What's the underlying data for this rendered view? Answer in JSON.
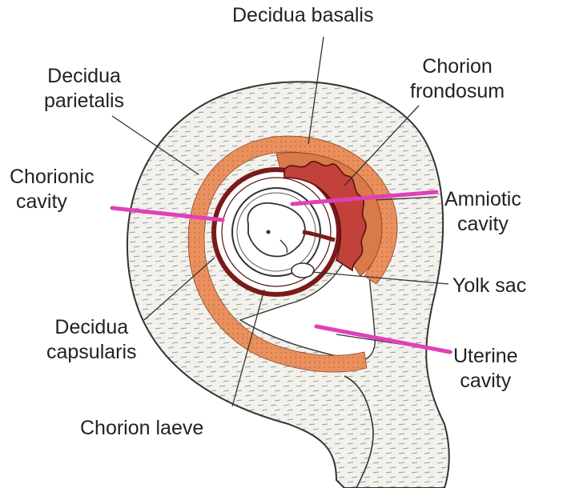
{
  "labels": {
    "decidua_basalis": "Decidua basalis",
    "decidua_parietalis": [
      "Decidua",
      "parietalis"
    ],
    "chorion_frondosum": [
      "Chorion",
      "frondosum"
    ],
    "chorionic_cavity": [
      "Chorionic",
      "cavity"
    ],
    "amniotic_cavity": [
      "Amniotic",
      "cavity"
    ],
    "yolk_sac": "Yolk sac",
    "decidua_capsularis": [
      "Decidua",
      "capsularis"
    ],
    "uterine_cavity": [
      "Uterine",
      "cavity"
    ],
    "chorion_laeve": "Chorion laeve"
  },
  "colors": {
    "decidua_orange": "#e9905e",
    "chorion_red": "#b0382f",
    "pointer_magenta": "#e040b8",
    "uterine_wall": "#f3f1ec",
    "outline": "#333333"
  }
}
